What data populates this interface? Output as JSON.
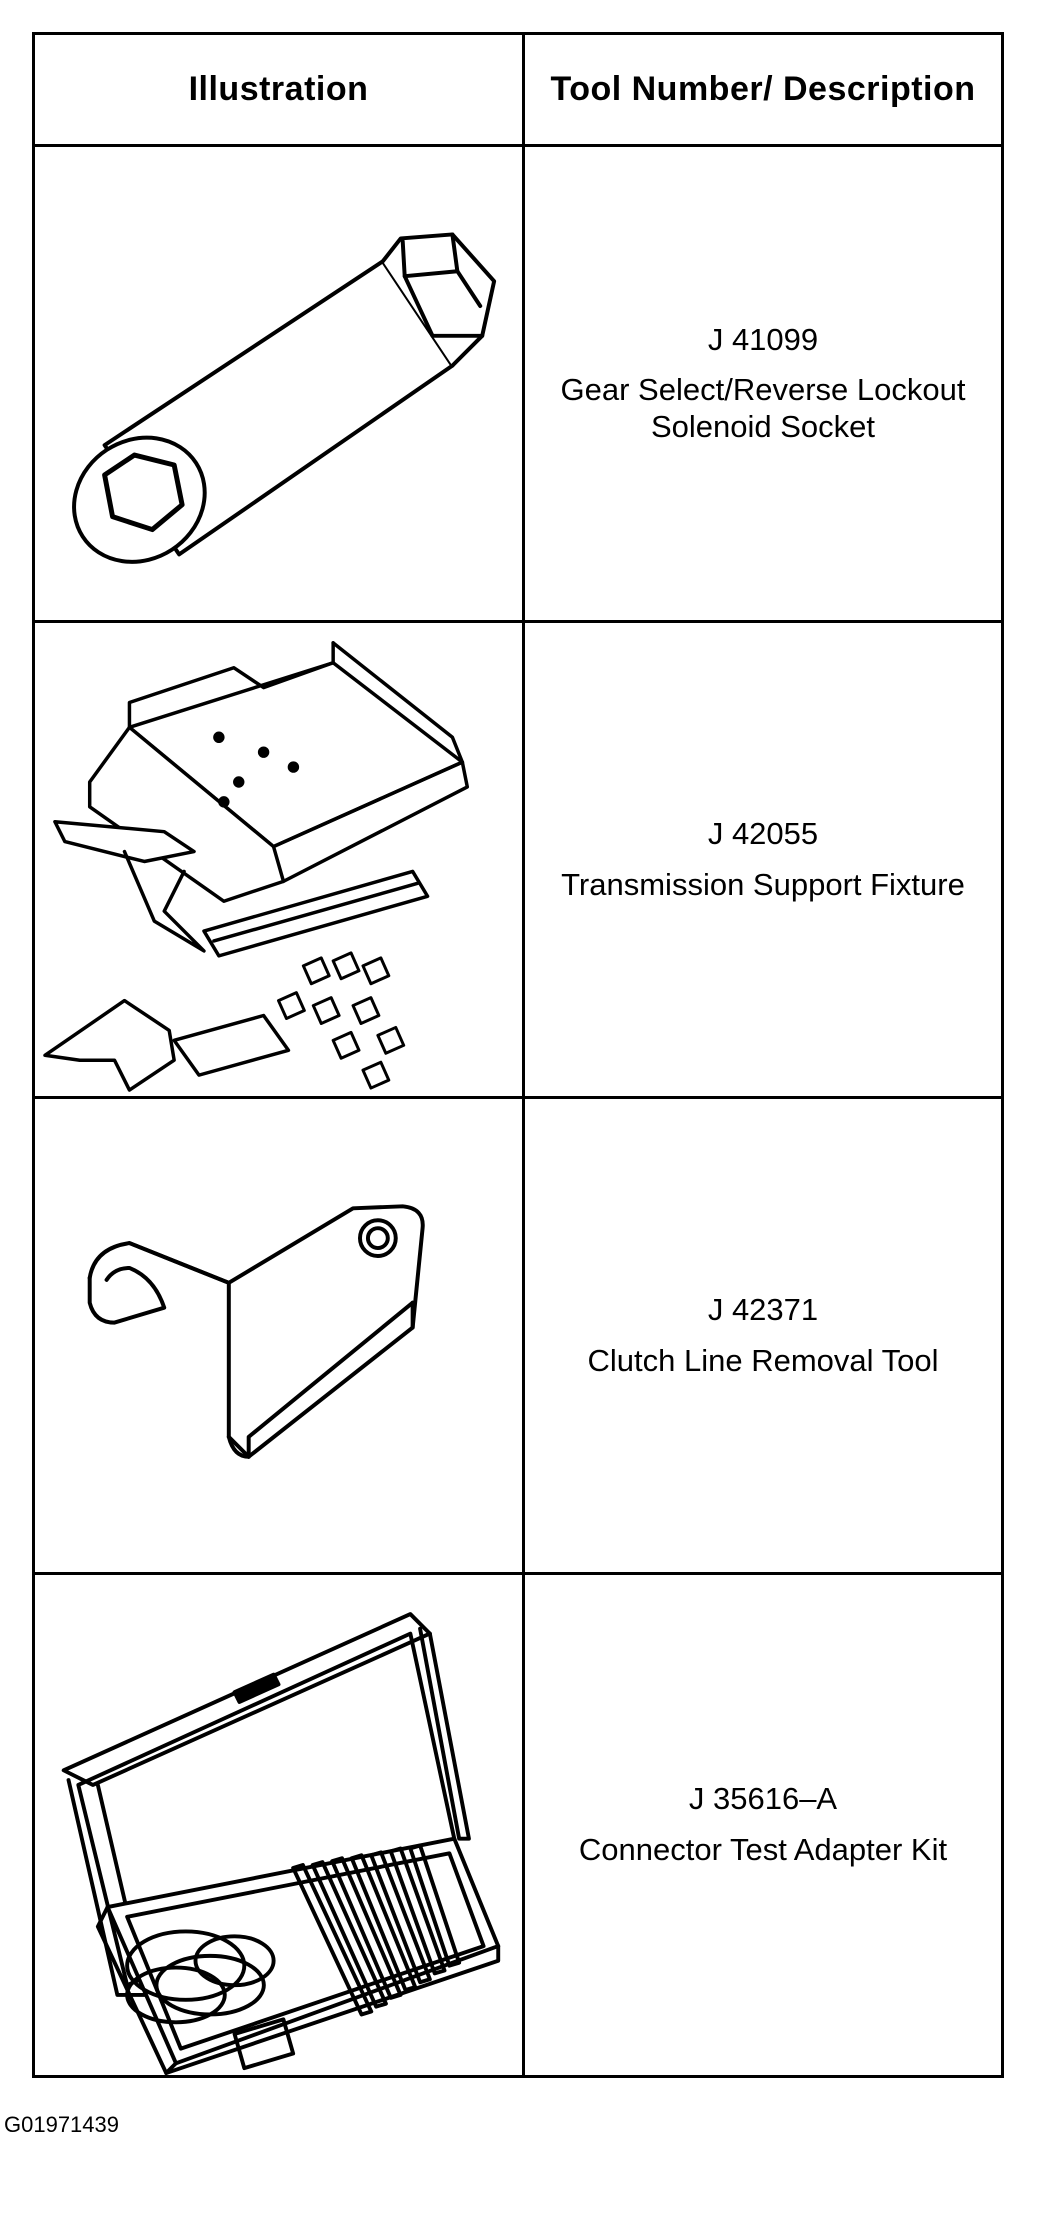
{
  "table": {
    "header": {
      "illustration": "Illustration",
      "tool": "Tool Number/ Description"
    },
    "rows": [
      {
        "tool_number": "J 41099",
        "description": "Gear Select/Reverse Lockout Solenoid Socket",
        "illustration_icon": "socket-icon"
      },
      {
        "tool_number": "J 42055",
        "description": "Transmission Support Fixture",
        "illustration_icon": "support-fixture-icon"
      },
      {
        "tool_number": "J 42371",
        "description": "Clutch Line Removal Tool",
        "illustration_icon": "clutch-line-tool-icon"
      },
      {
        "tool_number": "J 35616–A",
        "description": "Connector Test Adapter Kit",
        "illustration_icon": "adapter-kit-case-icon"
      }
    ]
  },
  "figure_id": "G01971439"
}
